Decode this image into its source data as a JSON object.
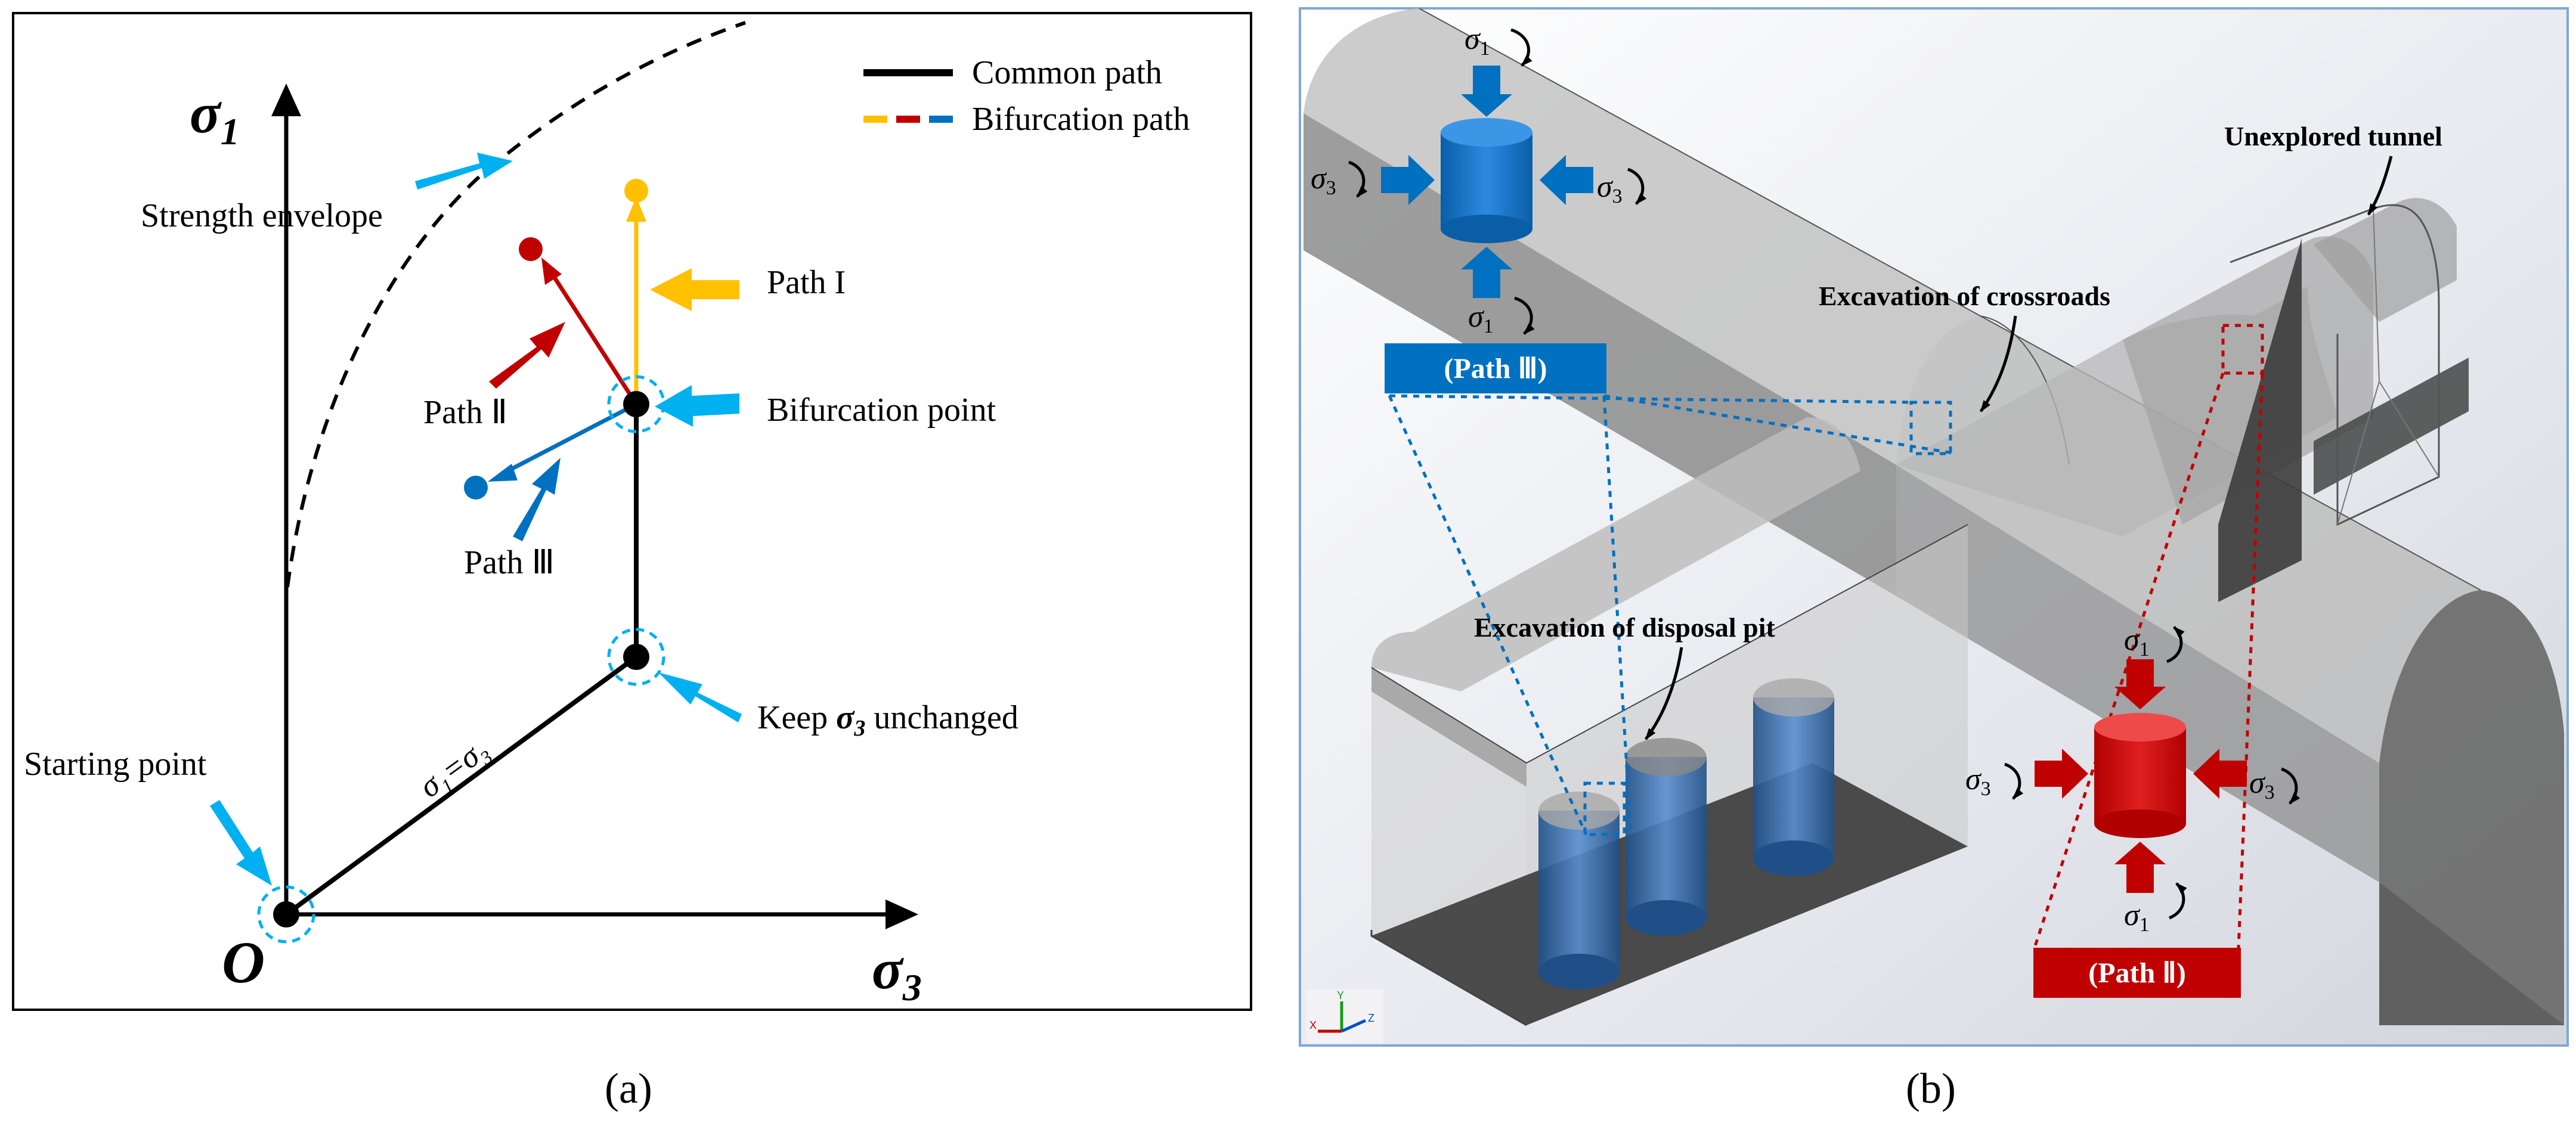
{
  "panel_a": {
    "caption": "(a)",
    "axis_y_label": "σ",
    "axis_y_sub": "1",
    "axis_x_label": "σ",
    "axis_x_sub": "3",
    "origin_label": "O",
    "legend": {
      "common": "Common path",
      "bifurcation": "Bifurcation path"
    },
    "labels": {
      "strength_envelope": "Strength envelope",
      "path_1": "Path I",
      "path_2": "Path Ⅱ",
      "path_3": "Path Ⅲ",
      "bifurcation_point": "Bifurcation point",
      "keep_pre": "Keep ",
      "keep_sigma": "σ",
      "keep_sub": "3",
      "keep_post": " unchanged",
      "starting_point": "Starting point",
      "diag_label": "σ₁=σ₃"
    },
    "colors": {
      "common": "#000000",
      "path_1": "#ffc000",
      "path_2": "#c00000",
      "path_3": "#0070c0",
      "pointer": "#00b0f0"
    }
  },
  "panel_b": {
    "caption": "(b)",
    "labels": {
      "unexplored_tunnel": "Unexplored tunnel",
      "crossroads": "Excavation of crossroads",
      "disposal_pit": "Excavation of disposal pit",
      "path_3_box": "(Path Ⅲ)",
      "path_2_box": "(Path Ⅱ)",
      "sigma": "σ",
      "sub_1": "1",
      "sub_3": "3",
      "axis_x": "X",
      "axis_y": "Y",
      "axis_z": "Z"
    },
    "colors": {
      "blue_element": "#0070c0",
      "red_element": "#c00000"
    }
  }
}
